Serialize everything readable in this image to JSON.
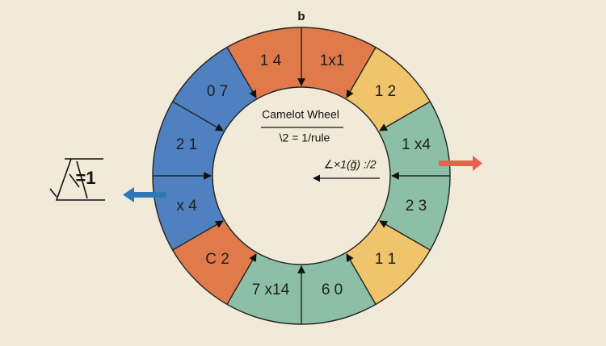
{
  "top_label": "b",
  "left_label": "=1",
  "center": {
    "title": "Camelot Wheel",
    "line2": "\\2 = 1/rule",
    "line3": "∠×1(ğ) :/2"
  },
  "colors": {
    "background": "#f1ead9",
    "orange": "#e07a4a",
    "yellow": "#efc46a",
    "green": "#8cbfa6",
    "blue": "#4f80bf",
    "outline": "#222222",
    "arrow_red": "#e8624a",
    "arrow_blue": "#2f78b6"
  },
  "segments": [
    {
      "label": "1x1",
      "color": "orange"
    },
    {
      "label": "1 2",
      "color": "yellow"
    },
    {
      "label": "1 x4",
      "color": "green"
    },
    {
      "label": "2 3",
      "color": "green"
    },
    {
      "label": "1 1",
      "color": "yellow"
    },
    {
      "label": "6 0",
      "color": "green"
    },
    {
      "label": "7 x14",
      "color": "green"
    },
    {
      "label": "C 2",
      "color": "orange"
    },
    {
      "label": "x 4",
      "color": "blue"
    },
    {
      "label": "2 1",
      "color": "blue"
    },
    {
      "label": "0 7",
      "color": "blue"
    },
    {
      "label": "1 4",
      "color": "orange"
    }
  ]
}
